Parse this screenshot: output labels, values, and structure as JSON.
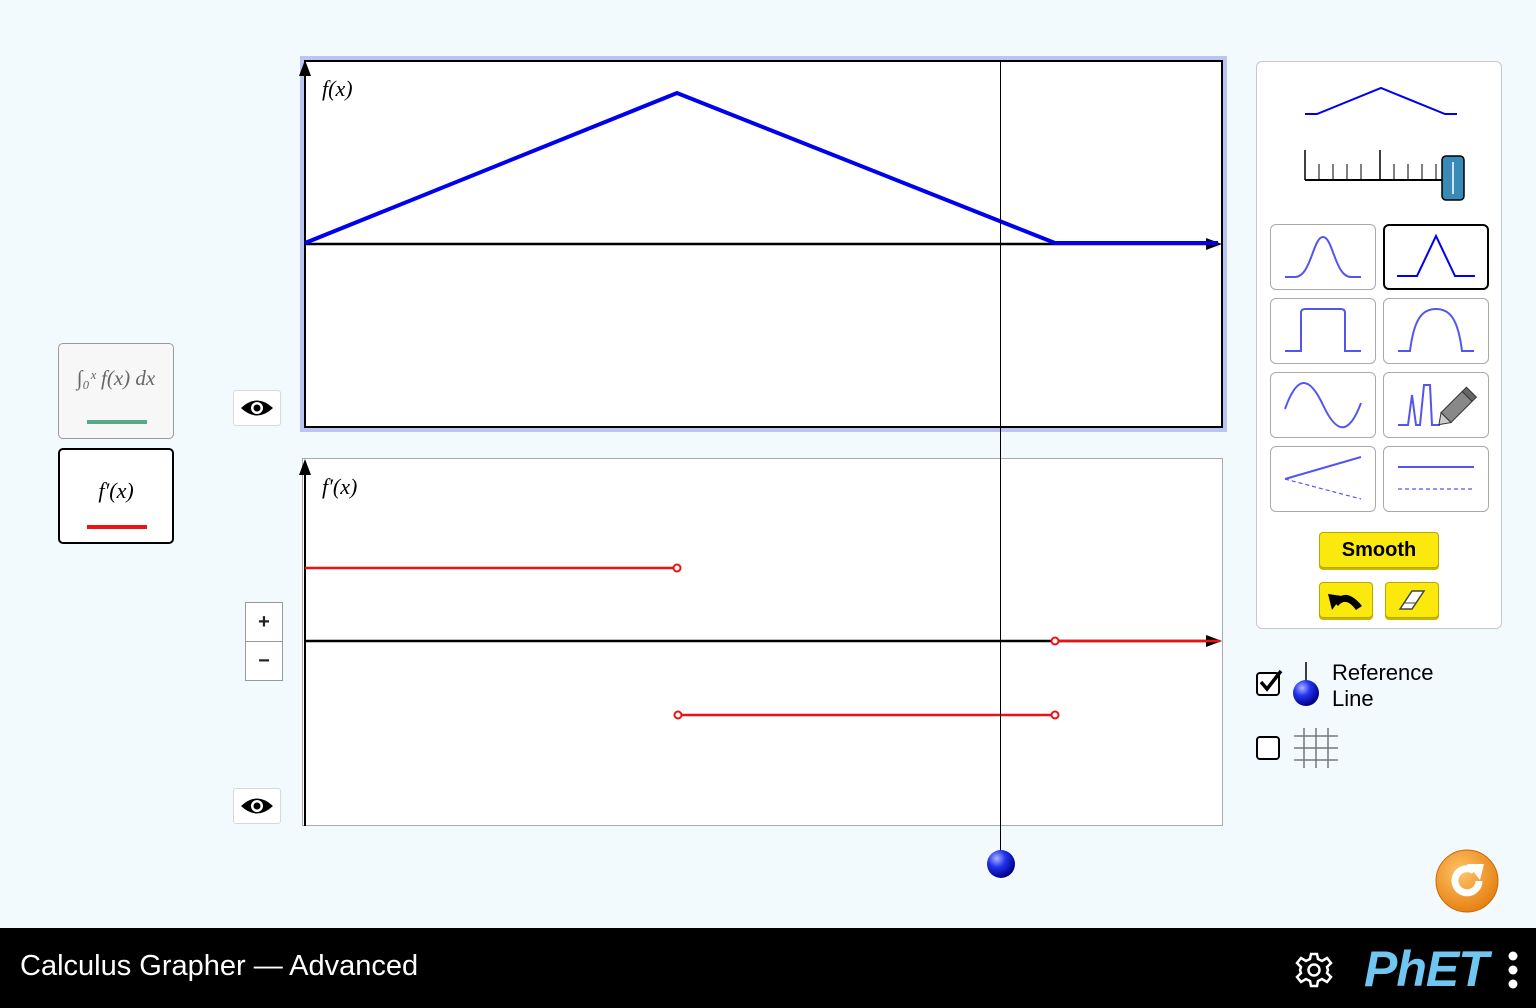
{
  "app": {
    "title": "Calculus Grapher — Advanced",
    "brand": "PhET"
  },
  "graphs": {
    "top": {
      "label": "f(x)"
    },
    "bottom": {
      "label": "f′(x)"
    }
  },
  "side_buttons": {
    "integral": {
      "label": "∫₀ˣ f(x) dx",
      "color": "#55aa88"
    },
    "derivative": {
      "label": "f′(x)",
      "color": "#ee1111"
    }
  },
  "zoom": {
    "plus": "+",
    "minus": "−"
  },
  "panel": {
    "smooth_label": "Smooth",
    "width_slider_value": 1.0,
    "selected_curve": "triangle"
  },
  "checkboxes": {
    "reference_line": {
      "label": "Reference Line",
      "checked": true
    },
    "grid": {
      "label": "",
      "checked": false
    }
  },
  "colors": {
    "f_curve": "#0000ee",
    "derivative_curve": "#ee1111",
    "reset": "#f7941d",
    "background": "#f2fafd"
  }
}
